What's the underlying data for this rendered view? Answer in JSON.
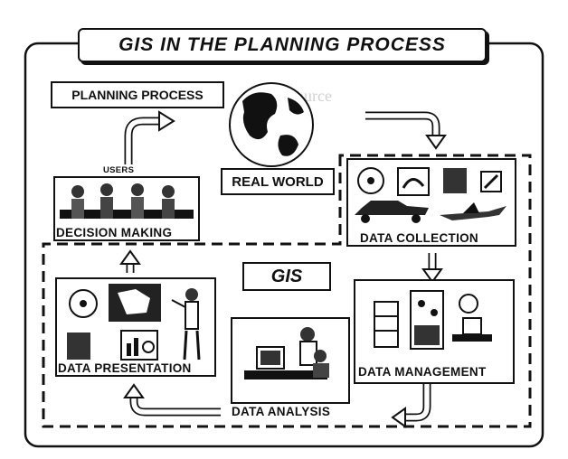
{
  "title": "GIS IN THE PLANNING PROCESS",
  "nodes": {
    "planning_process": "PLANNING PROCESS",
    "real_world": "REAL WORLD",
    "users": "USERS",
    "decision_making": "DECISION MAKING",
    "data_collection": "DATA COLLECTION",
    "gis": "GIS",
    "data_presentation": "DATA PRESENTATION",
    "data_management": "DATA MANAGEMENT",
    "data_analysis": "DATA ANALYSIS"
  }
}
